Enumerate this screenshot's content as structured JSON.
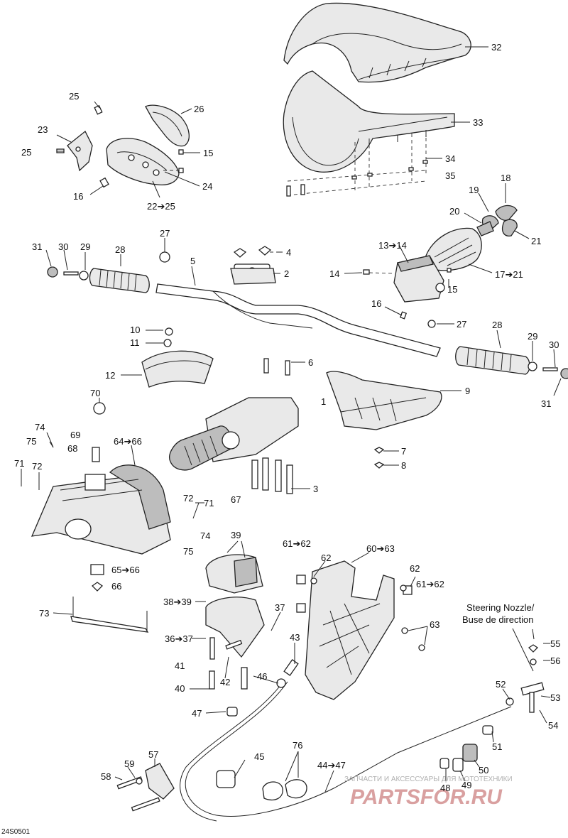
{
  "diagram_id": "24S0501",
  "nozzle_note": {
    "line1": "Steering Nozzle/",
    "line2": "Buse de direction"
  },
  "watermark": {
    "tagline": "ЗАПЧАСТИ И АКСЕССУАРЫ ДЛЯ МОТОТЕХНИКИ",
    "brand": "PARTSFOR.RU"
  },
  "callouts": [
    {
      "id": "c32",
      "text": "32"
    },
    {
      "id": "c33",
      "text": "33"
    },
    {
      "id": "c34",
      "text": "34"
    },
    {
      "id": "c35",
      "text": "35"
    },
    {
      "id": "c25a",
      "text": "25"
    },
    {
      "id": "c26",
      "text": "26"
    },
    {
      "id": "c23",
      "text": "23"
    },
    {
      "id": "c25b",
      "text": "25"
    },
    {
      "id": "c15a",
      "text": "15"
    },
    {
      "id": "c24",
      "text": "24"
    },
    {
      "id": "c16a",
      "text": "16"
    },
    {
      "id": "c22",
      "text": "22➔25"
    },
    {
      "id": "c18",
      "text": "18"
    },
    {
      "id": "c19",
      "text": "19"
    },
    {
      "id": "c20",
      "text": "20"
    },
    {
      "id": "c21",
      "text": "21"
    },
    {
      "id": "c17",
      "text": "17➔21"
    },
    {
      "id": "c13",
      "text": "13➔14"
    },
    {
      "id": "c14",
      "text": "14"
    },
    {
      "id": "c15b",
      "text": "15"
    },
    {
      "id": "c16b",
      "text": "16"
    },
    {
      "id": "c27a",
      "text": "27"
    },
    {
      "id": "c31a",
      "text": "31"
    },
    {
      "id": "c30a",
      "text": "30"
    },
    {
      "id": "c29a",
      "text": "29"
    },
    {
      "id": "c28a",
      "text": "28"
    },
    {
      "id": "c5",
      "text": "5"
    },
    {
      "id": "c4",
      "text": "4"
    },
    {
      "id": "c2",
      "text": "2"
    },
    {
      "id": "c27b",
      "text": "27"
    },
    {
      "id": "c28b",
      "text": "28"
    },
    {
      "id": "c29b",
      "text": "29"
    },
    {
      "id": "c30b",
      "text": "30"
    },
    {
      "id": "c31b",
      "text": "31"
    },
    {
      "id": "c10",
      "text": "10"
    },
    {
      "id": "c11",
      "text": "11"
    },
    {
      "id": "c12",
      "text": "12"
    },
    {
      "id": "c6",
      "text": "6"
    },
    {
      "id": "c9",
      "text": "9"
    },
    {
      "id": "c1",
      "text": "1"
    },
    {
      "id": "c7",
      "text": "7"
    },
    {
      "id": "c8",
      "text": "8"
    },
    {
      "id": "c3",
      "text": "3"
    },
    {
      "id": "c67",
      "text": "67"
    },
    {
      "id": "c70",
      "text": "70"
    },
    {
      "id": "c74a",
      "text": "74"
    },
    {
      "id": "c75a",
      "text": "75"
    },
    {
      "id": "c69",
      "text": "69"
    },
    {
      "id": "c68",
      "text": "68"
    },
    {
      "id": "c64",
      "text": "64➔66"
    },
    {
      "id": "c71a",
      "text": "71"
    },
    {
      "id": "c72a",
      "text": "72"
    },
    {
      "id": "c72b",
      "text": "72"
    },
    {
      "id": "c71b",
      "text": "71"
    },
    {
      "id": "c74b",
      "text": "74"
    },
    {
      "id": "c75b",
      "text": "75"
    },
    {
      "id": "c65",
      "text": "65➔66"
    },
    {
      "id": "c66",
      "text": "66"
    },
    {
      "id": "c73",
      "text": "73"
    },
    {
      "id": "c39",
      "text": "39"
    },
    {
      "id": "c38",
      "text": "38➔39"
    },
    {
      "id": "c37",
      "text": "37"
    },
    {
      "id": "c36",
      "text": "36➔37"
    },
    {
      "id": "c41",
      "text": "41"
    },
    {
      "id": "c42",
      "text": "42"
    },
    {
      "id": "c40",
      "text": "40"
    },
    {
      "id": "c43",
      "text": "43"
    },
    {
      "id": "c46",
      "text": "46"
    },
    {
      "id": "c47",
      "text": "47"
    },
    {
      "id": "c61a",
      "text": "61➔62"
    },
    {
      "id": "c62a",
      "text": "62"
    },
    {
      "id": "c60",
      "text": "60➔63"
    },
    {
      "id": "c62b",
      "text": "62"
    },
    {
      "id": "c61b",
      "text": "61➔62"
    },
    {
      "id": "c63",
      "text": "63"
    },
    {
      "id": "c55",
      "text": "55"
    },
    {
      "id": "c56",
      "text": "56"
    },
    {
      "id": "c52",
      "text": "52"
    },
    {
      "id": "c53",
      "text": "53"
    },
    {
      "id": "c54",
      "text": "54"
    },
    {
      "id": "c51",
      "text": "51"
    },
    {
      "id": "c50",
      "text": "50"
    },
    {
      "id": "c49",
      "text": "49"
    },
    {
      "id": "c48",
      "text": "48"
    },
    {
      "id": "c45",
      "text": "45"
    },
    {
      "id": "c76",
      "text": "76"
    },
    {
      "id": "c44",
      "text": "44➔47"
    },
    {
      "id": "c57",
      "text": "57"
    },
    {
      "id": "c59",
      "text": "59"
    },
    {
      "id": "c58",
      "text": "58"
    }
  ]
}
